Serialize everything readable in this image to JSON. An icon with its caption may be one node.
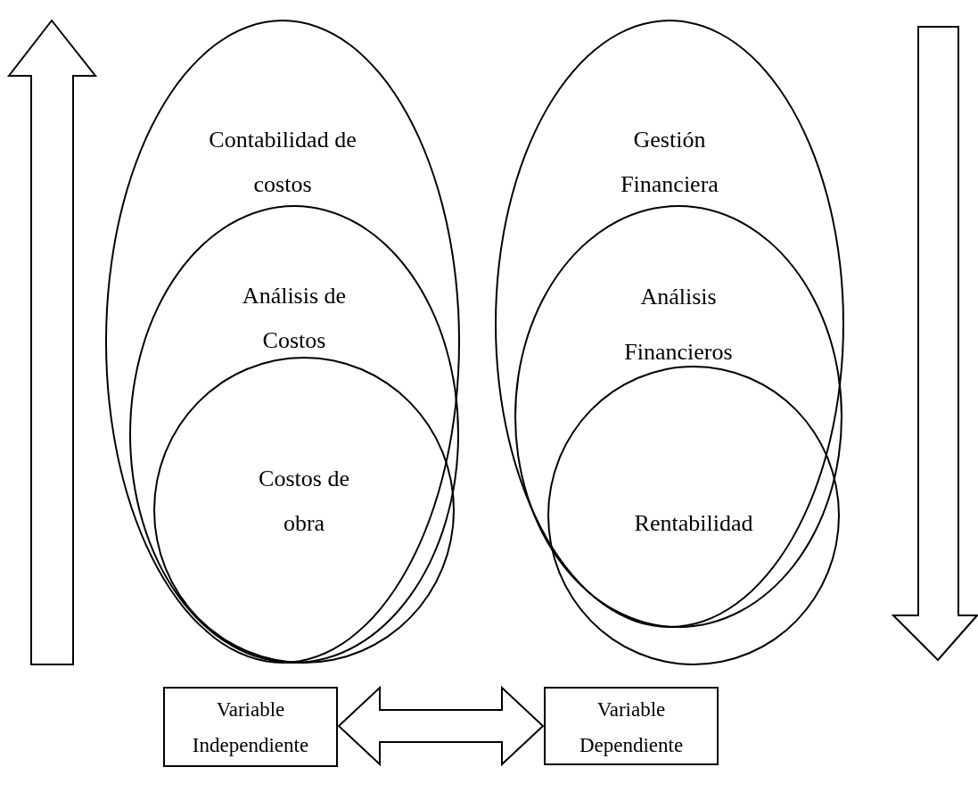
{
  "diagram": {
    "nodes": [
      {
        "text": [
          "Contabilidad de costos"
        ]
      },
      {
        "text": [
          "Análisis de Costos"
        ],
        "in": 0
      },
      {
        "text": [
          "Costos de obra"
        ],
        "in": 1
      },
      {
        "text": [
          "Gestión Financiera"
        ]
      },
      {
        "text": [
          "Análisis Financieros"
        ],
        "in": 3
      },
      {
        "text": [
          "Rentabilidad"
        ]
      },
      {
        "text": [
          "Variable Independiente"
        ]
      },
      {
        "text": [
          "Variable Dependiente"
        ]
      }
    ],
    "edges": [
      {
        "from": 6,
        "to": 7,
        "arrow": "both"
      }
    ]
  }
}
